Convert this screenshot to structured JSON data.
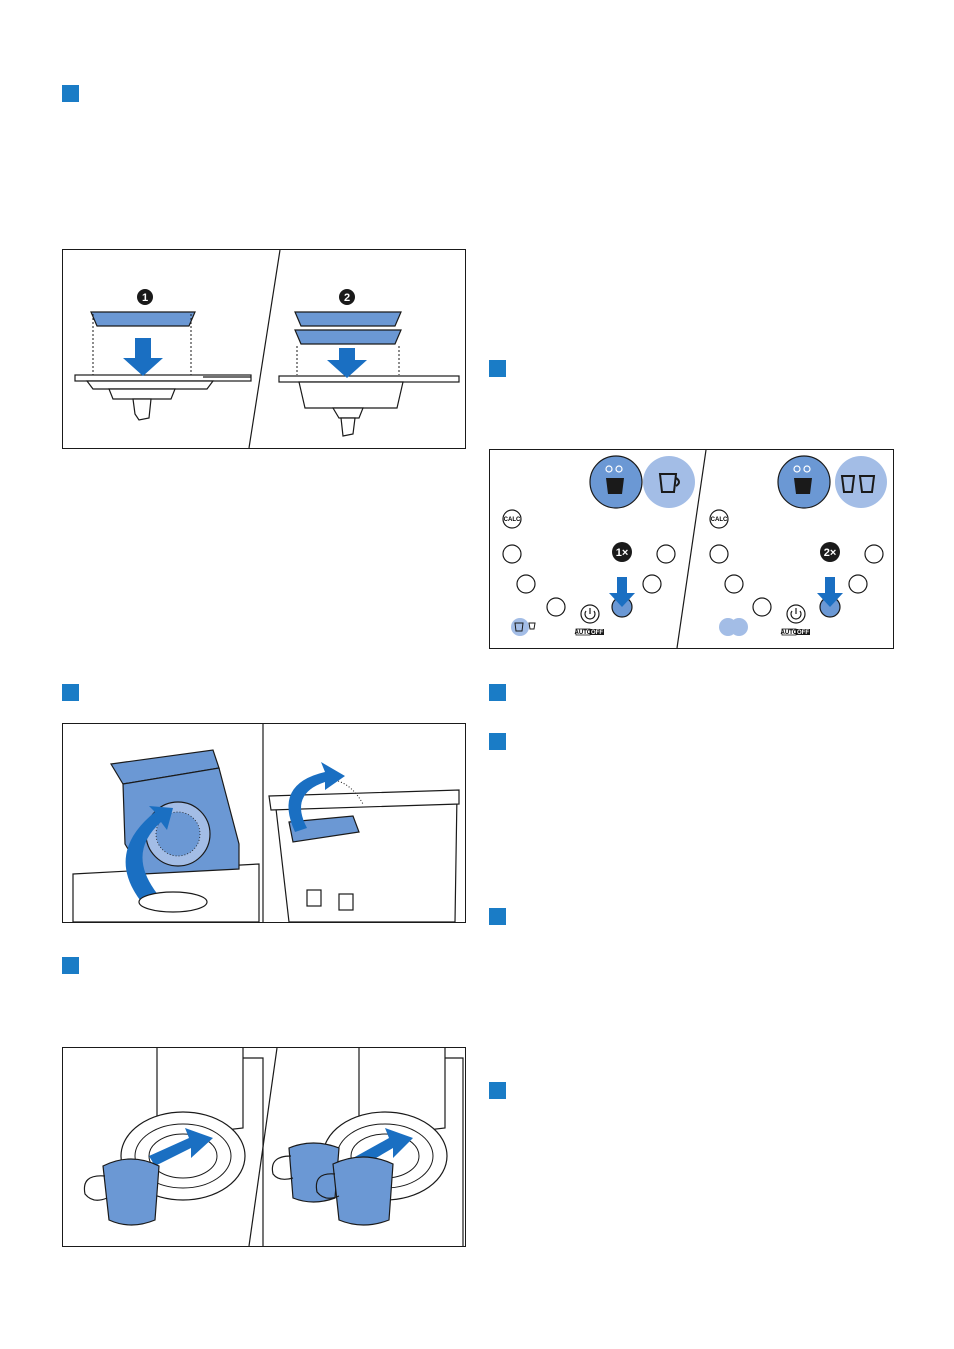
{
  "figure_panel_a": {
    "step1_label": "1",
    "step2_label": "2"
  },
  "control_panel": {
    "calc_label": "CALC",
    "auto_label": "AUTO",
    "off_label": "OFF",
    "press1_label": "1×",
    "press2_label": "2×"
  },
  "icons": [
    "step-marker-square",
    "coffee-cup-icon",
    "double-cup-icon",
    "power-icon",
    "calc-button-icon",
    "arrow-icon"
  ],
  "colors": {
    "step_marker": "#1a7cc6",
    "illustration_blue": "#6b98d4",
    "light_blue": "#a3bde6",
    "arrow_blue": "#1a6fc2",
    "line": "#1a1a1a"
  }
}
